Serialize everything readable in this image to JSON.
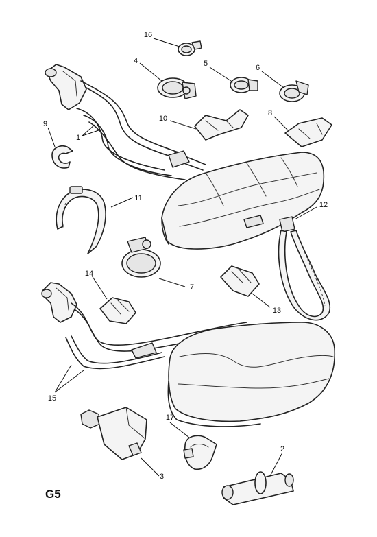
{
  "page_code": "G5",
  "callouts": [
    "16",
    "4",
    "5",
    "6",
    "10",
    "8",
    "9",
    "1",
    "11",
    "12",
    "14",
    "7",
    "13",
    "15",
    "17",
    "2",
    "3"
  ],
  "colors": {
    "line": "#222222",
    "fill": "#f4f4f4",
    "background": "#ffffff"
  }
}
